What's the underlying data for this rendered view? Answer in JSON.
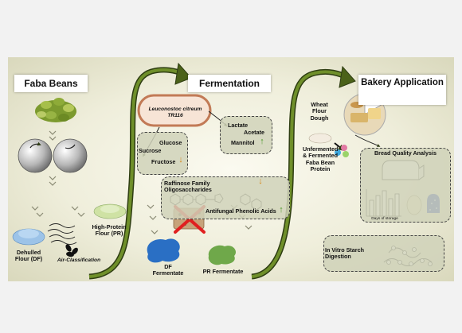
{
  "colors": {
    "background": "#f2f2f2",
    "panel": "#efeedb",
    "flow_arrow": "#5a7a1a",
    "box_fill": "#d0d2ba",
    "bacteria_border": "#c08060",
    "df_fermentate": "#2a6fc4",
    "pr_fermentate": "#6fa84a"
  },
  "sections": {
    "faba": {
      "title": "Faba Beans"
    },
    "fermentation": {
      "title": "Fermentation"
    },
    "bakery": {
      "title": "Bakery Application"
    }
  },
  "faba_labels": {
    "dehulled": "Dehulled Flour (DF)",
    "air_classification": "Air-Classification",
    "high_protein": "High-Protein Flour (PR)"
  },
  "fermentation_labels": {
    "bacteria": "Leuconostoc citreum TR116",
    "glucose": "Glucose",
    "sucrose": "Sucrose",
    "fructose": "Fructose",
    "lactate": "Lactate",
    "acetate": "Acetate",
    "mannitol": "Mannitol",
    "rfo": "Raffinose Family Oligosaccharides",
    "antifungal": "Antifungal Phenolic Acids",
    "df_fermentate": "DF Fermentate",
    "pr_fermentate": "PR Fermentate"
  },
  "bakery_labels": {
    "wheat_dough": "Wheat Flour Dough",
    "unfermented": "Unfermented & Fermented Faba Bean Protein",
    "bread_quality": "Bread Quality Analysis",
    "days_of_storage": "Days of storage",
    "starch_digestion": "In Vitro Starch Digestion"
  },
  "trend_icons": {
    "fructose": "down-arrow-icon",
    "mannitol": "up-arrow-icon",
    "rfo": "down-arrow-icon",
    "antifungal": "up-arrow-icon"
  }
}
